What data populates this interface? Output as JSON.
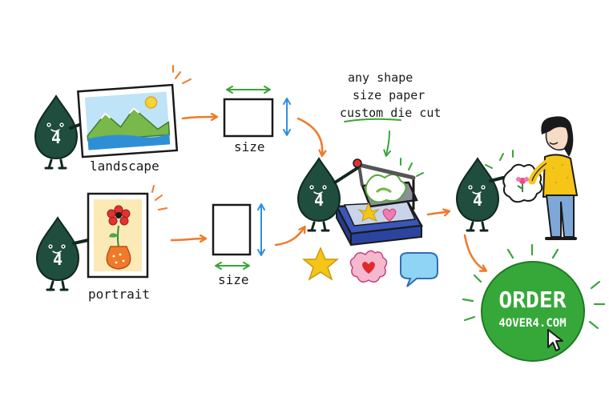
{
  "mascot": {
    "digit": "4"
  },
  "labels": {
    "landscape": "landscape",
    "portrait": "portrait",
    "size_top": "size",
    "size_bottom": "size"
  },
  "die_cut_note": {
    "line1": "any shape",
    "line2": "size paper",
    "line3": "custom die cut"
  },
  "order_button": {
    "title": "ORDER",
    "site": "4OVER4.COM"
  },
  "colors": {
    "mascot": "#1f4d3e",
    "arrow_orange": "#ef7a2a",
    "arrow_blue": "#2f8fe0",
    "arrow_green": "#3aa53a",
    "order_green": "#36a83a",
    "press_blue": "#2f4fb3"
  }
}
